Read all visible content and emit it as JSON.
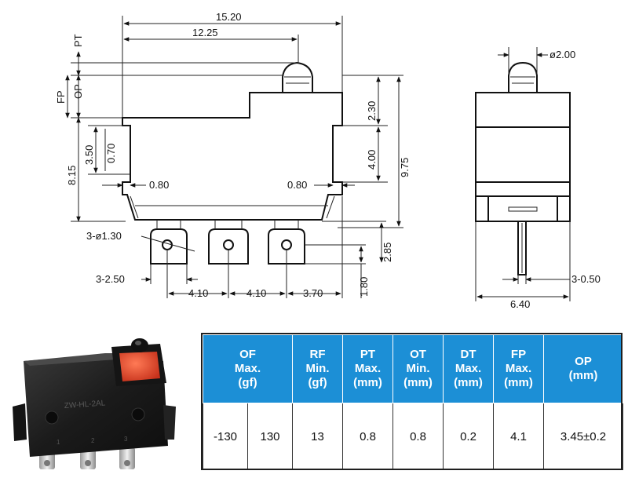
{
  "front_view": {
    "labels": {
      "pt": "PT",
      "fp": "FP",
      "op": "OP",
      "total_length": "15.20",
      "actuator_position": "12.25",
      "cutout_height": "3.50",
      "cutout_depth": "0.70",
      "base_height": "8.15",
      "left_step": "0.80",
      "right_step": "0.80",
      "top_step": "2.30",
      "right_cutout": "4.00",
      "overall_height": "9.75",
      "terminal_hole": "3-ø1.30",
      "terminal_width": "3-2.50",
      "pitch_1": "4.10",
      "pitch_2": "4.10",
      "edge_to_terminal": "3.70",
      "terminal_height": "2.85",
      "terminal_tab": "1.80"
    }
  },
  "side_view": {
    "labels": {
      "actuator_diameter": "ø2.00",
      "pin_thickness": "3-0.50",
      "width": "6.40"
    }
  },
  "photo": {
    "body_marking": "ZW-HL-2AL",
    "pin_1": "1",
    "pin_2": "2",
    "pin_3": "3"
  },
  "spec_table": {
    "headers": [
      [
        "OF",
        "Max.",
        "(gf)"
      ],
      [
        "RF",
        "Min.",
        "(gf)"
      ],
      [
        "PT",
        "Max.",
        "(mm)"
      ],
      [
        "OT",
        "Min.",
        "(mm)"
      ],
      [
        "DT",
        "Max.",
        "(mm)"
      ],
      [
        "FP",
        "Max.",
        "(mm)"
      ],
      [
        "OP",
        "(mm)"
      ]
    ],
    "values": [
      "-130",
      "130",
      "13",
      "0.8",
      "0.8",
      "0.2",
      "4.1",
      "3.45±0.2"
    ]
  },
  "colors": {
    "table_header": "#1c8fd6",
    "actuator_red": "#e8452a",
    "body_black": "#1b1b1b"
  }
}
